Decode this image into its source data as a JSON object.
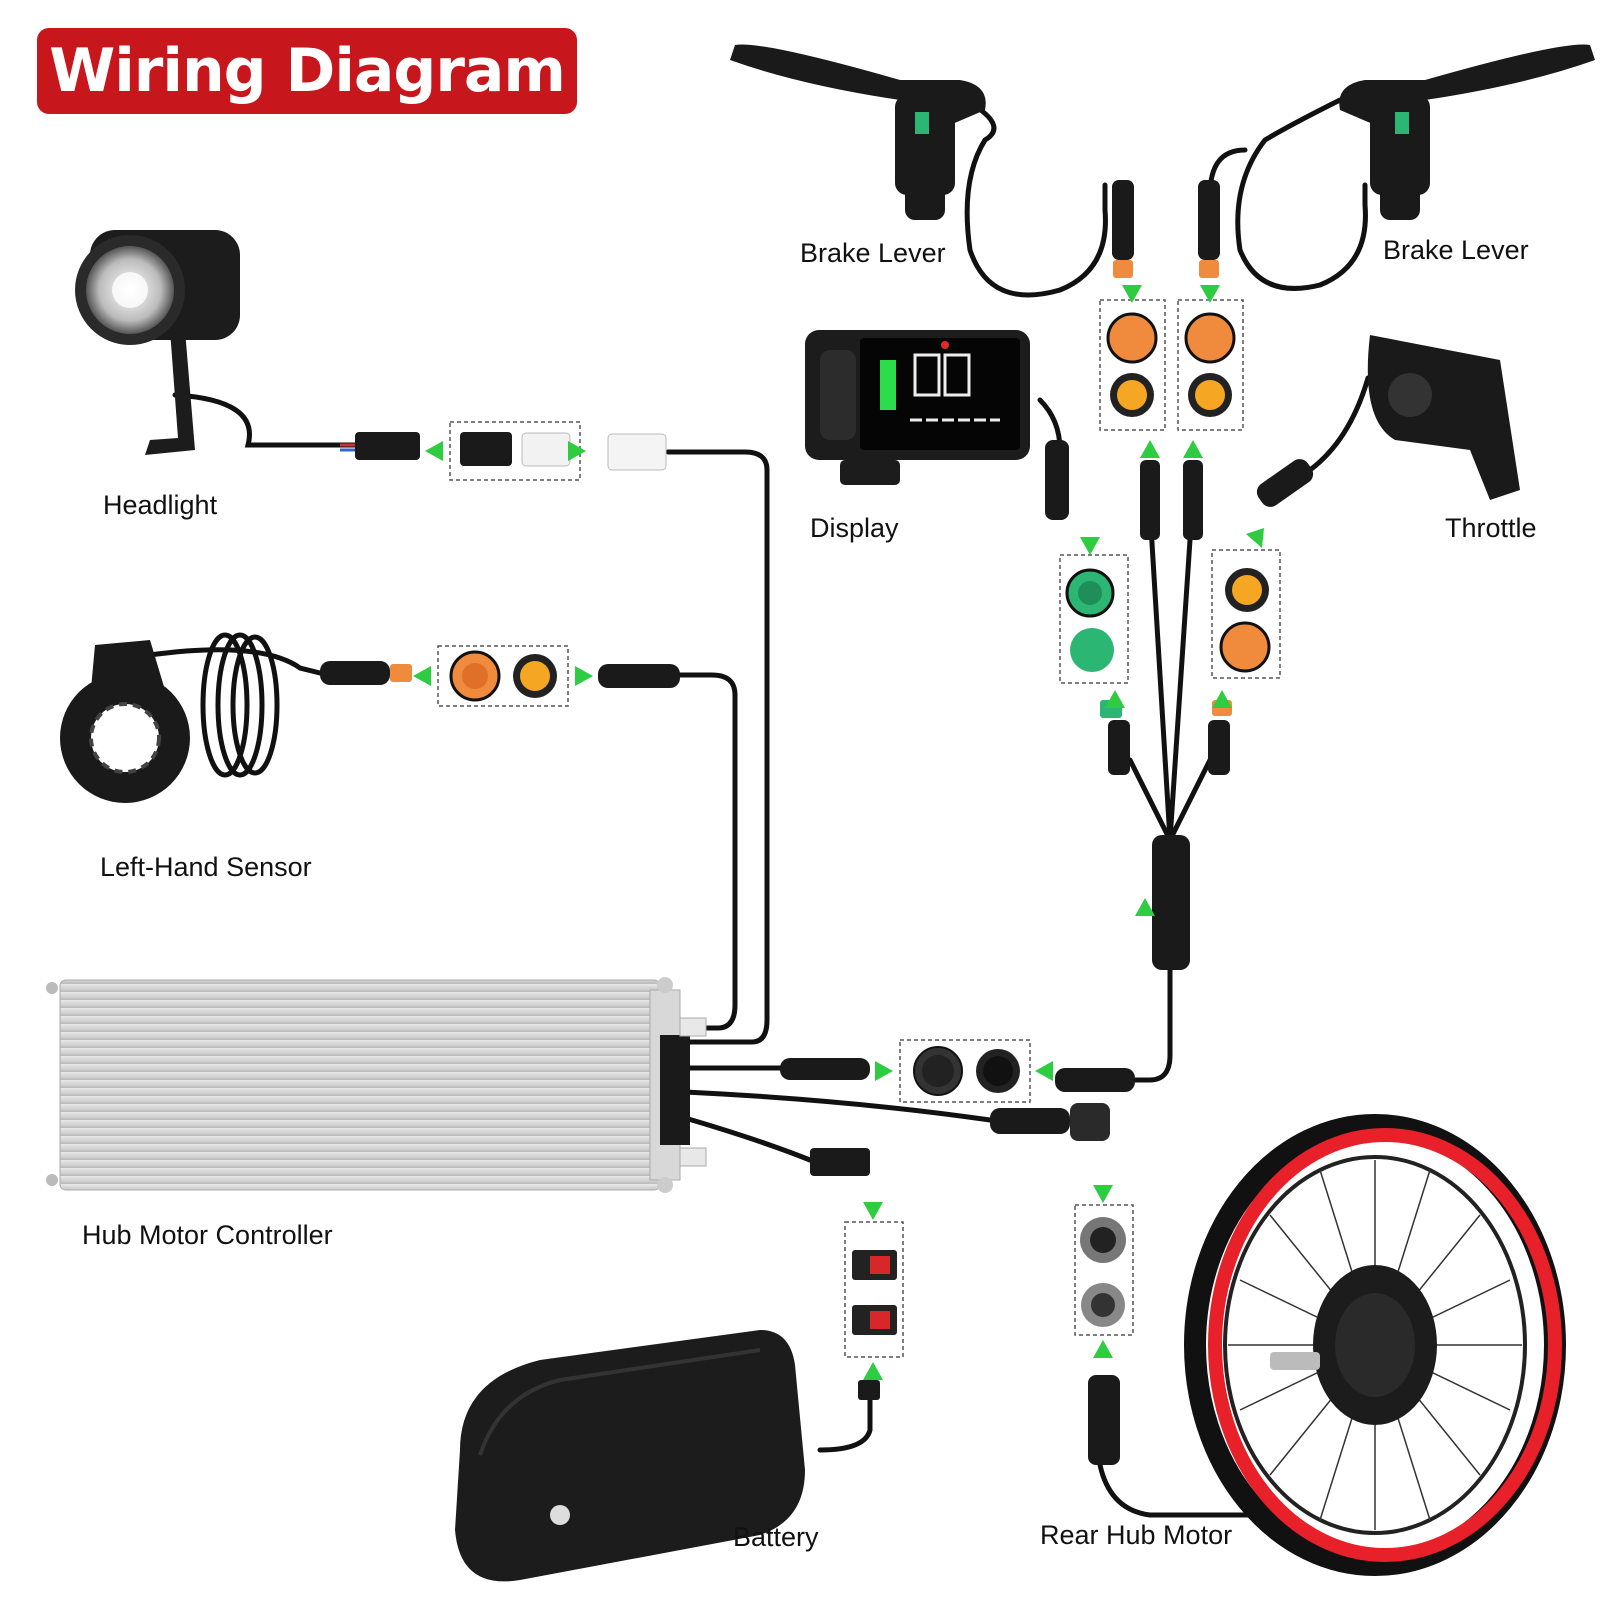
{
  "title": "Wiring Diagram",
  "colors": {
    "title_bg": "#c8161d",
    "cable": "#111111",
    "arrow": "#2ecc40",
    "connector_orange": "#f08a3c",
    "connector_green": "#2bb673",
    "battery_plug_red": "#d62828",
    "tire_red": "#e8202a"
  },
  "components": {
    "headlight": "Headlight",
    "left_hand_sensor": "Left-Hand Sensor",
    "hub_motor_controller": "Hub Motor Controller",
    "brake_lever_left": "Brake Lever",
    "brake_lever_right": "Brake Lever",
    "display": "Display",
    "throttle": "Throttle",
    "battery": "Battery",
    "rear_hub_motor": "Rear Hub Motor"
  }
}
